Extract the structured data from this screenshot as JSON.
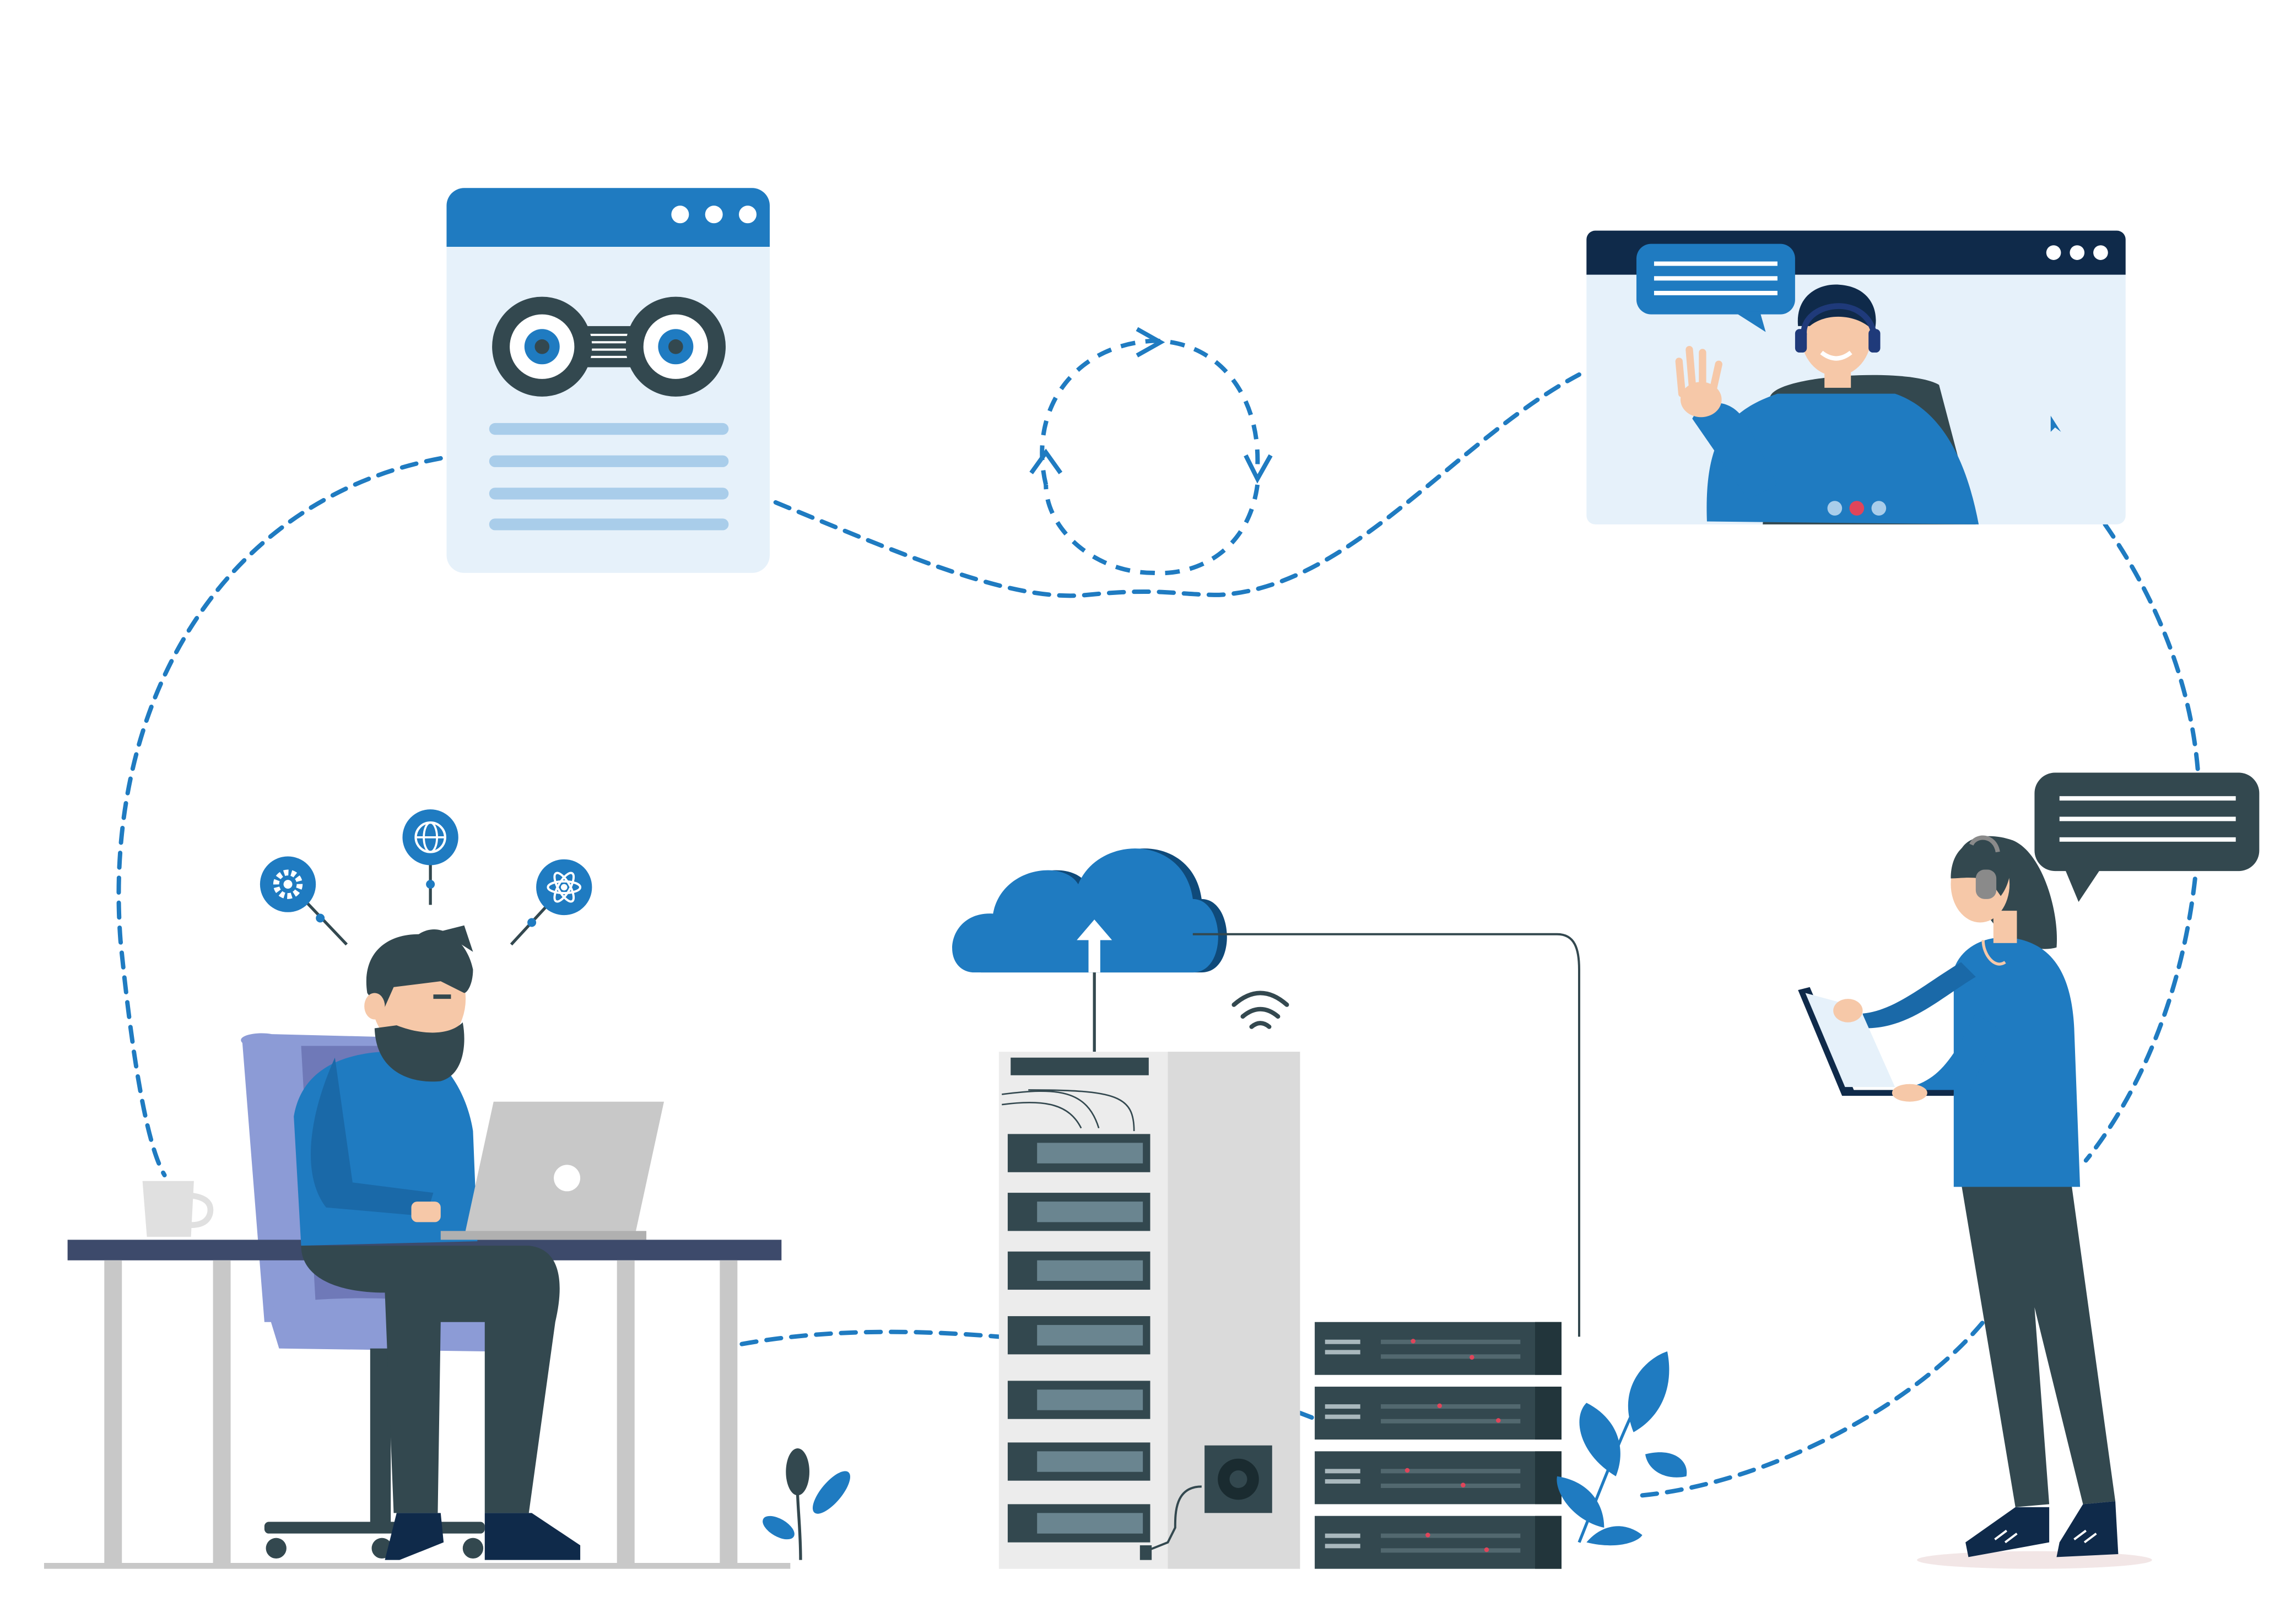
{
  "palette": {
    "primary_blue": "#1f7bc1",
    "light_blue": "#a9cdea",
    "pale_blue": "#e6f1fa",
    "dark_slate": "#33484f",
    "navy": "#0f2a4a",
    "grey": "#c8c8c8",
    "server_light": "#ececec",
    "skin": "#f6c8a8",
    "chair": "#8c9bd6"
  },
  "icons": [
    {
      "name": "gear-icon"
    },
    {
      "name": "globe-icon"
    },
    {
      "name": "atom-icon"
    },
    {
      "name": "cloud-upload-icon"
    },
    {
      "name": "wifi-icon"
    },
    {
      "name": "eyes-icon"
    },
    {
      "name": "speech-bubble-icon"
    },
    {
      "name": "cursor-icon"
    }
  ],
  "scene": {
    "browser_window_dots": 3,
    "video_call_dots": 3,
    "server_tower_units": 7,
    "server_rack_units": 4
  }
}
